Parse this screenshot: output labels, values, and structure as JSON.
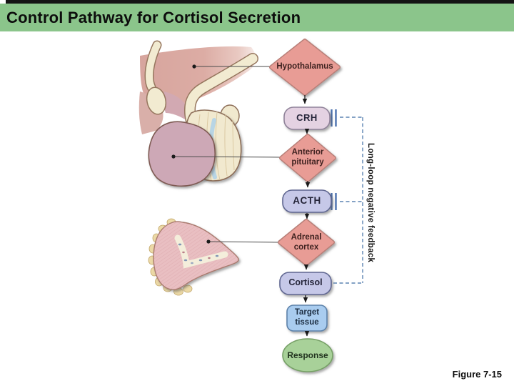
{
  "slide": {
    "top_title": "Control Pathway for Cortisol Secretion",
    "figure_label": "Figure 7-15"
  },
  "flowchart": {
    "nodes": [
      {
        "id": "hypothalamus",
        "label": "Hypothalamus",
        "shape": "diamond"
      },
      {
        "id": "crh",
        "label": "CRH",
        "shape": "pill"
      },
      {
        "id": "anterior-pituitary",
        "label": "Anterior pituitary",
        "shape": "diamond"
      },
      {
        "id": "acth",
        "label": "ACTH",
        "shape": "pill"
      },
      {
        "id": "adrenal-cortex",
        "label": "Adrenal cortex",
        "shape": "diamond"
      },
      {
        "id": "cortisol",
        "label": "Cortisol",
        "shape": "pill"
      },
      {
        "id": "target-tissue",
        "label": "Target tissue",
        "shape": "rounded-rect"
      },
      {
        "id": "response",
        "label": "Response",
        "shape": "ellipse"
      }
    ],
    "feedback_label": "Long-loop negative feedback"
  },
  "colors": {
    "title_bar_green": "#8bc58b",
    "diamond_fill": "#e89c95",
    "diamond_border": "#b87f78",
    "crh_fill": "#e4d2e2",
    "acth_cortisol_fill": "#c6c8e8",
    "target_tissue_fill": "#a9ccef",
    "response_fill": "#a8d199",
    "feedback_blue": "#5b84b2",
    "inhibition_blue": "#4a70ae"
  }
}
